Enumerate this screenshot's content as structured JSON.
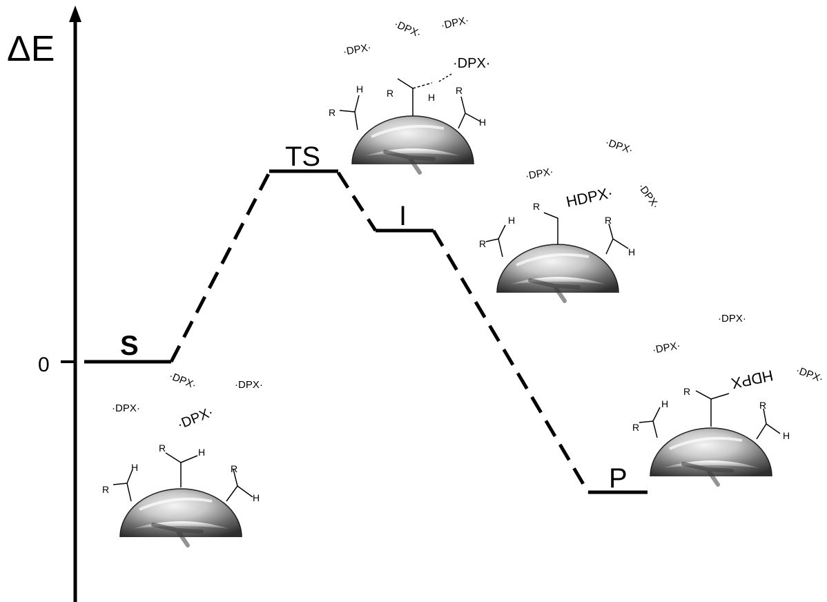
{
  "axis": {
    "y_label": "ΔE",
    "zero_label": "0"
  },
  "states": {
    "s": "S",
    "ts": "TS",
    "i": "I",
    "p": "P"
  },
  "radical": "·DPX·",
  "radical_large": "·DPX·",
  "hdpx": "HDPX·",
  "hdpx_flipped": "HDPX",
  "atoms": {
    "r": "R",
    "h": "H"
  },
  "colors": {
    "line": "#000000",
    "surface_dark": "#4a4a4a",
    "surface_light": "#e8e8e8"
  }
}
